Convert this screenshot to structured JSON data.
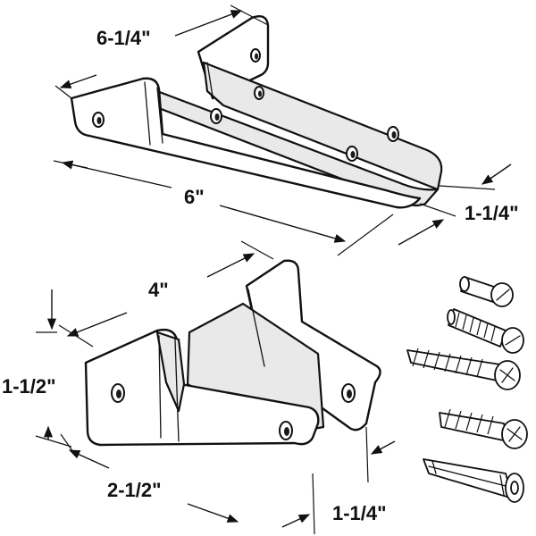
{
  "figure": {
    "accent_color": "#111111",
    "background_color": "#ffffff"
  },
  "dimensions": {
    "top_bracket_length": "6-1/4\"",
    "top_bracket_base": "6\"",
    "top_bracket_width": "1-1/4\"",
    "bottom_bracket_height": "4\"",
    "bottom_bracket_depth": "1-1/2\"",
    "bottom_bracket_flange": "2-1/2\"",
    "bottom_bracket_width": "1-1/4\""
  },
  "hardware": [
    "machine-screw-short",
    "machine-screw-long",
    "wood-screw-long",
    "wood-screw-short",
    "plastic-anchor"
  ]
}
